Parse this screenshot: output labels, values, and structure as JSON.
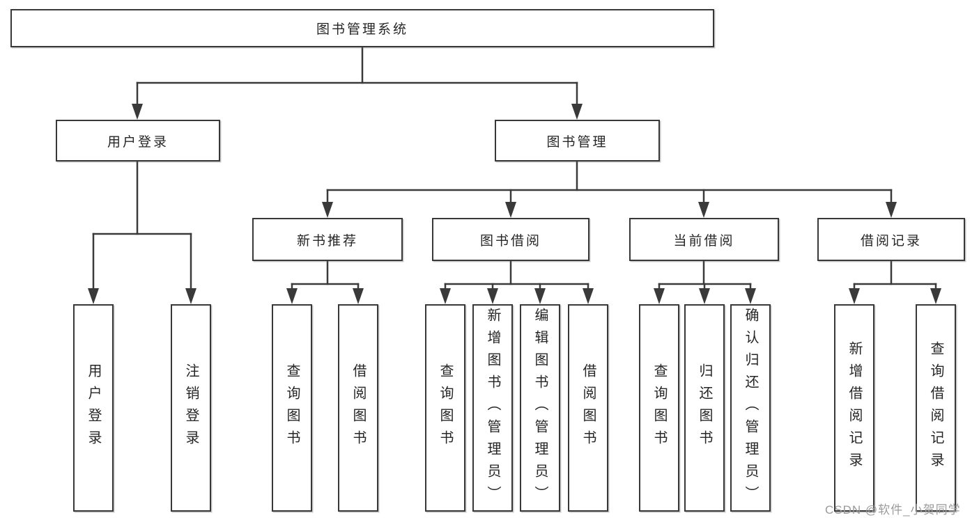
{
  "root": {
    "label": "图书管理系统"
  },
  "level2": {
    "user_login": {
      "label": "用户登录"
    },
    "book_management": {
      "label": "图书管理"
    }
  },
  "level3": {
    "new_book_recommend": {
      "label": "新书推荐"
    },
    "book_borrow": {
      "label": "图书借阅"
    },
    "current_borrow": {
      "label": "当前借阅"
    },
    "borrow_record": {
      "label": "借阅记录"
    }
  },
  "leaves": {
    "user_login_children": [
      {
        "label": "用户登录"
      },
      {
        "label": "注销登录"
      }
    ],
    "new_book_recommend_children": [
      {
        "label": "查询图书"
      },
      {
        "label": "借阅图书"
      }
    ],
    "book_borrow_children": [
      {
        "label": "查询图书"
      },
      {
        "label": "新增图书（管理员）"
      },
      {
        "label": "编辑图书（管理员）"
      },
      {
        "label": "借阅图书"
      }
    ],
    "current_borrow_children": [
      {
        "label": "查询图书"
      },
      {
        "label": "归还图书"
      },
      {
        "label": "确认归还（管理员）"
      }
    ],
    "borrow_record_children": [
      {
        "label": "新增借阅记录"
      },
      {
        "label": "查询借阅记录"
      }
    ]
  },
  "watermark": {
    "text": "CSDN @软件_小贺同学"
  },
  "colors": {
    "background": "#ffffff",
    "line": "#3a3a3a",
    "box_border": "#383838",
    "text": "#262626",
    "watermark": "#9b9b9b"
  }
}
